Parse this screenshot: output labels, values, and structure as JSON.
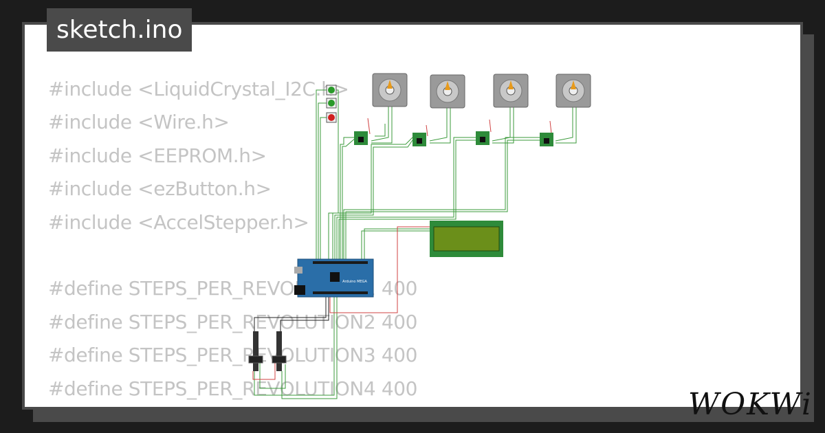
{
  "file_title": "sketch.ino",
  "code_lines": [
    "#include <LiquidCrystal_I2C.h>",
    "#include <Wire.h>",
    "#include <EEPROM.h>",
    "#include <ezButton.h>",
    "#include <AccelStepper.h>",
    "",
    "#define STEPS_PER_REVOLUTION1 400",
    "#define STEPS_PER_REVOLUTION2 400",
    "#define STEPS_PER_REVOLUTION3 400",
    "#define STEPS_PER_REVOLUTION4 400"
  ],
  "board_label": "Arduino MEGA",
  "brand": "WOKWi",
  "colors": {
    "background": "#1c1c1c",
    "card": "#ffffff",
    "frame": "#4a4a4a",
    "code_text": "#c4c4c4",
    "wire_green": "#3a9a3a",
    "wire_red": "#d04040",
    "board_blue": "#2a6ea8",
    "lcd_green": "#2e8b3a",
    "lcd_screen": "#6b8f1a"
  },
  "icons": [
    "stepper-motor-icon",
    "push-button-icon",
    "slide-potentiometer-icon",
    "wokwi-logo-icon"
  ]
}
